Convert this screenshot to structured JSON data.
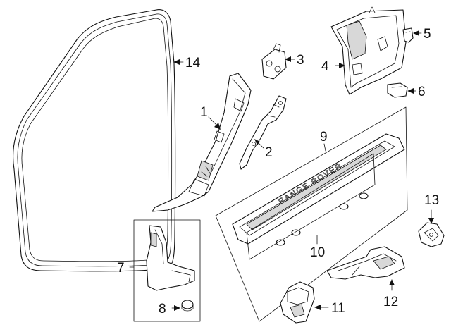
{
  "callouts": {
    "c1": "1",
    "c2": "2",
    "c3": "3",
    "c4": "4",
    "c5": "5",
    "c6": "6",
    "c7": "7",
    "c8": "8",
    "c9": "9",
    "c10": "10",
    "c11": "11",
    "c12": "12",
    "c13": "13",
    "c14": "14"
  },
  "emboss_text": "RANGE ROVER"
}
